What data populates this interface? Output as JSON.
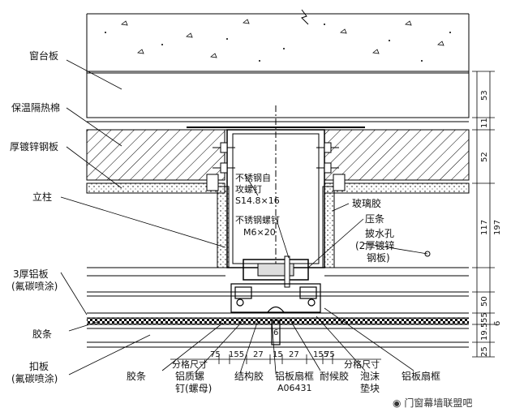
{
  "labels": {
    "sill_board": "窗台板",
    "insulation": "保温隔热棉",
    "steel_plate": "厚镀锌钢板",
    "mullion": "立柱",
    "al_plate_1": "3厚铝板",
    "al_plate_2": "(氟碳喷涂)",
    "strip": "胶条",
    "cover_1": "扣板",
    "cover_2": "(氟碳喷涂)",
    "ss_screw_1": "不锈钢自",
    "ss_screw_2": "攻螺钉",
    "ss_screw_spec": "S14.8×16",
    "bolt": "不锈钢螺钉",
    "bolt_spec": "M6×20",
    "glass_glue": "玻璃胶",
    "pressing": "压条",
    "drain_1": "披水孔",
    "drain_2": "(2厚镀锌",
    "drain_3": "钢板)",
    "bottom_strip": "胶条",
    "al_nut_1": "铝质螺",
    "al_nut_2": "钉(螺母)",
    "struct_glue": "结构胶",
    "frame": "铝板扇框",
    "frame_code": "A06431",
    "weather_glue": "耐候胶",
    "foam_1": "泡沫",
    "foam_2": "垫块",
    "frame_right": "铝板扇框",
    "grid_left": "分格尺寸",
    "grid_right": "分格尺寸",
    "watermark": "门窗幕墙联盟吧"
  },
  "dims_h": [
    "75",
    "155",
    "27",
    "15",
    "27",
    "155",
    "75"
  ],
  "dims_v": [
    "53",
    "11",
    "52",
    "197",
    "117",
    "50",
    "55",
    "19.5",
    "6",
    "25"
  ],
  "center_dim": "6"
}
